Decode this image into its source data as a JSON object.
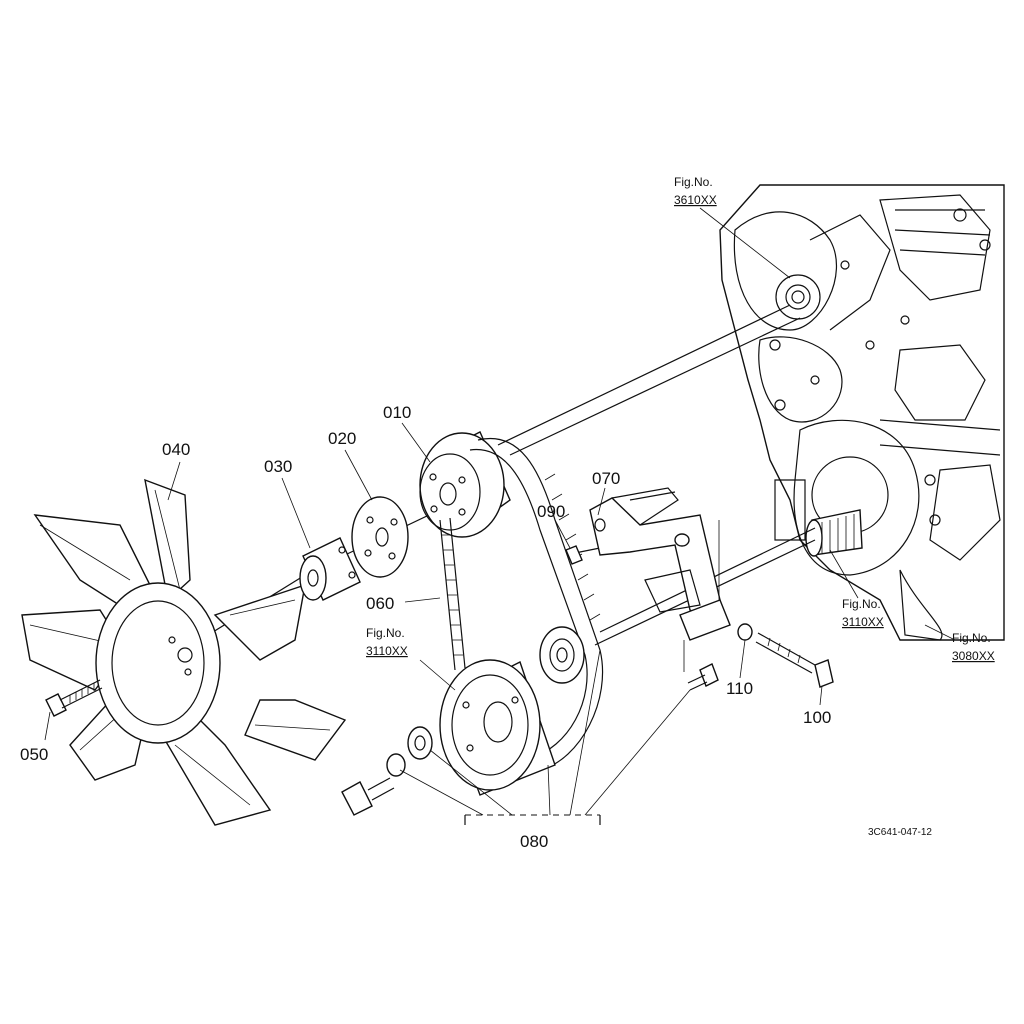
{
  "parts": [
    {
      "id": "p010",
      "label": "010"
    },
    {
      "id": "p020",
      "label": "020"
    },
    {
      "id": "p030",
      "label": "030"
    },
    {
      "id": "p040",
      "label": "040"
    },
    {
      "id": "p050",
      "label": "050"
    },
    {
      "id": "p060",
      "label": "060"
    },
    {
      "id": "p070",
      "label": "070"
    },
    {
      "id": "p080",
      "label": "080"
    },
    {
      "id": "p090",
      "label": "090"
    },
    {
      "id": "p100",
      "label": "100"
    },
    {
      "id": "p110",
      "label": "110"
    }
  ],
  "figure_refs": [
    {
      "id": "ref3610",
      "title": "Fig.No.",
      "number": "3610XX"
    },
    {
      "id": "ref3110a",
      "title": "Fig.No.",
      "number": "3110XX"
    },
    {
      "id": "ref3110b",
      "title": "Fig.No.",
      "number": "3110XX"
    },
    {
      "id": "ref3080",
      "title": "Fig.No.",
      "number": "3080XX"
    }
  ],
  "drawing_code": "3C641-047-12"
}
